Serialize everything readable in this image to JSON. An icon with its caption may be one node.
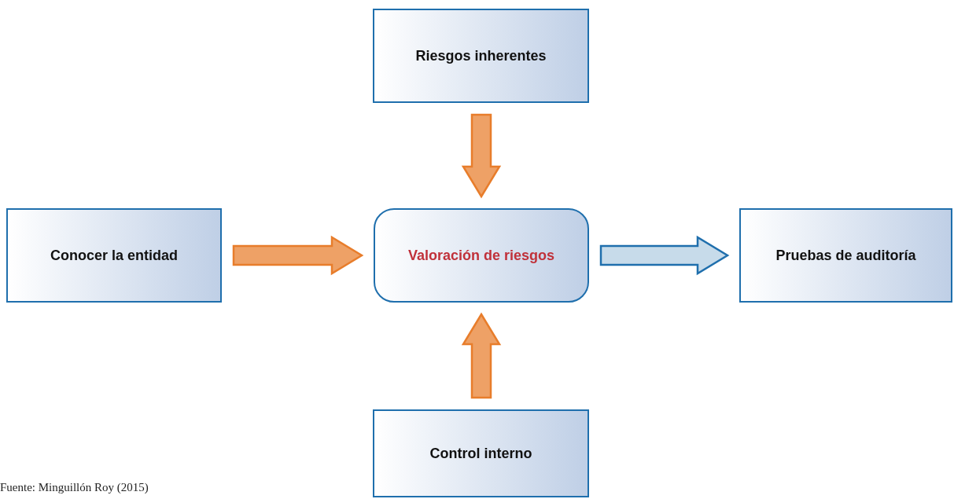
{
  "diagram": {
    "caption": "Fuente: Minguillón Roy (2015)",
    "nodes": [
      {
        "text": [
          "Riesgos inherentes"
        ]
      },
      {
        "text": [
          "Conocer la entidad"
        ]
      },
      {
        "text": [
          "Valoración de riesgos"
        ]
      },
      {
        "text": [
          "Pruebas de auditoría"
        ]
      },
      {
        "text": [
          "Control interno"
        ]
      }
    ],
    "edges": [
      {
        "from": 0,
        "to": 2,
        "arrow": "to"
      },
      {
        "from": 1,
        "to": 2,
        "arrow": "to"
      },
      {
        "from": 4,
        "to": 2,
        "arrow": "to"
      },
      {
        "from": 2,
        "to": 3,
        "arrow": "to",
        "color": "#1f6fad"
      }
    ]
  }
}
